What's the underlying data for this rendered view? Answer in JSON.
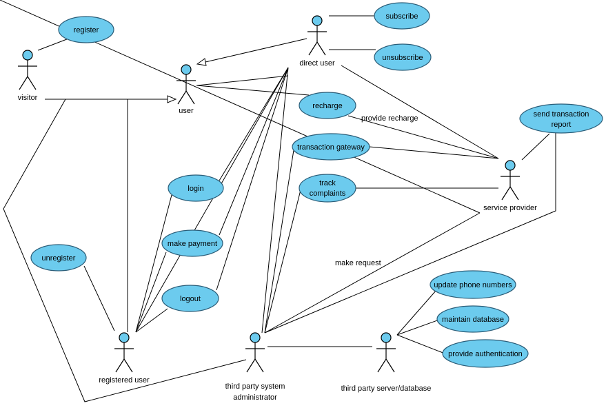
{
  "actors": {
    "visitor": "visitor",
    "user": "user",
    "direct_user": "direct user",
    "service_provider": "service provider",
    "registered_user": "registered user",
    "third_party_admin": [
      "third party system",
      "administrator"
    ],
    "third_party_server": "third party server/database"
  },
  "use_cases": {
    "register": "register",
    "subscribe": "subscribe",
    "unsubscribe": "unsubscribe",
    "recharge": "recharge",
    "send_transaction_report": [
      "send transaction",
      "report"
    ],
    "transaction_gateway": "transaction gateway",
    "track_complaints": [
      "track",
      "complaints"
    ],
    "login": "login",
    "make_payment": "make payment",
    "logout": "logout",
    "unregister": "unregister",
    "update_phone_numbers": "update phone numbers",
    "maintain_database": "maintain database",
    "provide_authentication": "provide authentication"
  },
  "edge_labels": {
    "provide_recharge": "provide recharge",
    "make_request": "make request"
  },
  "colors": {
    "use_case_fill": "#6ccbee",
    "use_case_stroke": "#2b5d78",
    "line": "#000000",
    "background": "#ffffff"
  }
}
